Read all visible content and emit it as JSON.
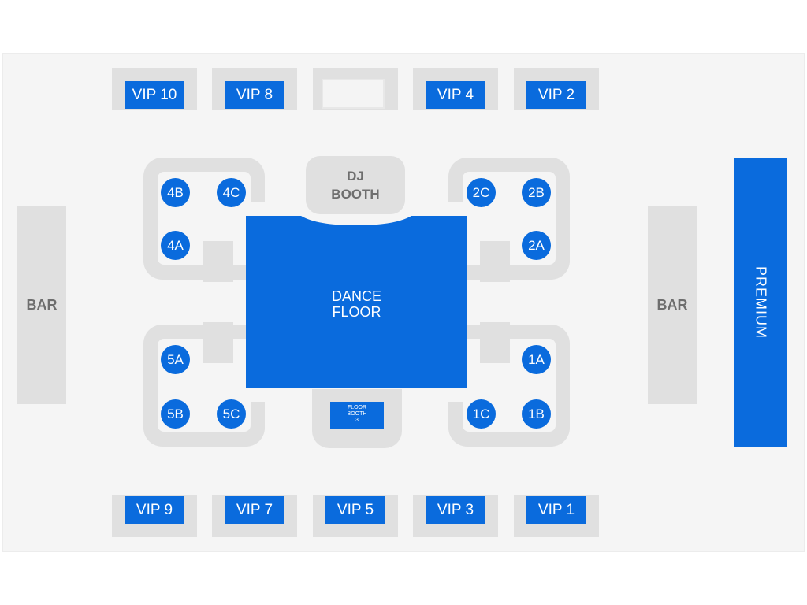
{
  "venue": {
    "bars": [
      {
        "label": "BAR"
      },
      {
        "label": "BAR"
      }
    ],
    "premium": {
      "label": "PREMIUM"
    },
    "dj_booth": {
      "line1": "DJ",
      "line2": "BOOTH"
    },
    "dance_floor": {
      "line1": "DANCE",
      "line2": "FLOOR"
    },
    "floor_booth": {
      "line1": "FLOOR",
      "line2": "BOOTH",
      "line3": "3"
    },
    "vip_top": [
      {
        "label": "VIP 10"
      },
      {
        "label": "VIP 8"
      },
      {
        "label": ""
      },
      {
        "label": "VIP 4"
      },
      {
        "label": "VIP 2"
      }
    ],
    "vip_bottom": [
      {
        "label": "VIP 9"
      },
      {
        "label": "VIP 7"
      },
      {
        "label": "VIP 5"
      },
      {
        "label": "VIP 3"
      },
      {
        "label": "VIP 1"
      }
    ],
    "sections": {
      "s4": {
        "a": "4A",
        "b": "4B",
        "c": "4C"
      },
      "s2": {
        "a": "2A",
        "b": "2B",
        "c": "2C"
      },
      "s5": {
        "a": "5A",
        "b": "5B",
        "c": "5C"
      },
      "s1": {
        "a": "1A",
        "b": "1B",
        "c": "1C"
      }
    },
    "colors": {
      "seat_blue": "#0a6bdd",
      "structure_gray": "#e0e0e0",
      "label_gray": "#6e6e6e",
      "floor_bg": "#f5f5f5"
    }
  }
}
